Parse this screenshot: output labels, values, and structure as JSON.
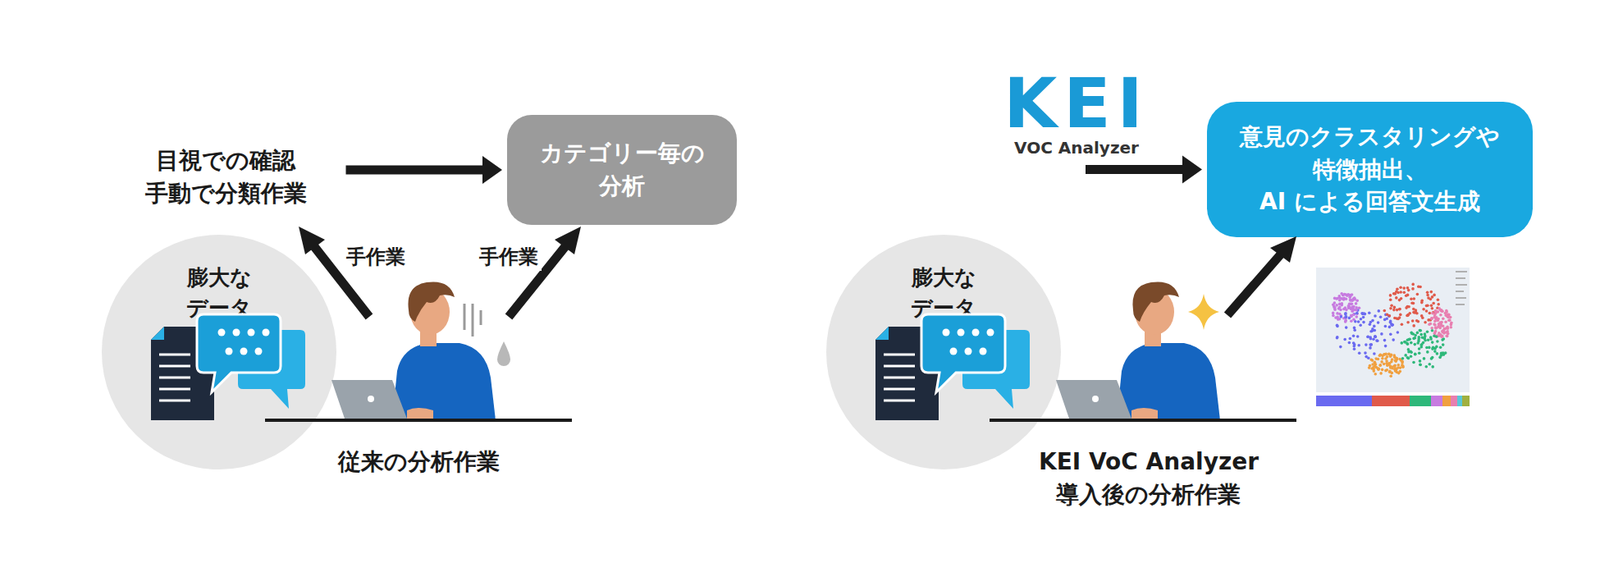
{
  "diagram": {
    "nodes": [
      {
        "text": [
          "目視での確認 手動で分類作業"
        ]
      },
      {
        "text": [
          "カテゴリー毎の 分析"
        ]
      },
      {
        "text": [
          "膨大な データ"
        ]
      },
      {
        "text": [
          "意見のクラスタリングや 特徴抽出、 AI による回答文生成"
        ]
      },
      {
        "text": [
          "膨大な データ"
        ]
      }
    ],
    "edges": [
      {
        "from": 0,
        "to": 1,
        "arrow": "to"
      },
      {
        "from": 4,
        "to": 3,
        "arrow": "to"
      }
    ],
    "labels": [
      "手作業",
      "手作業",
      "従来の分析作業",
      "KEI",
      "VOC Analyzer",
      "KEI VoC Analyzer 導入後の分析作業"
    ]
  }
}
